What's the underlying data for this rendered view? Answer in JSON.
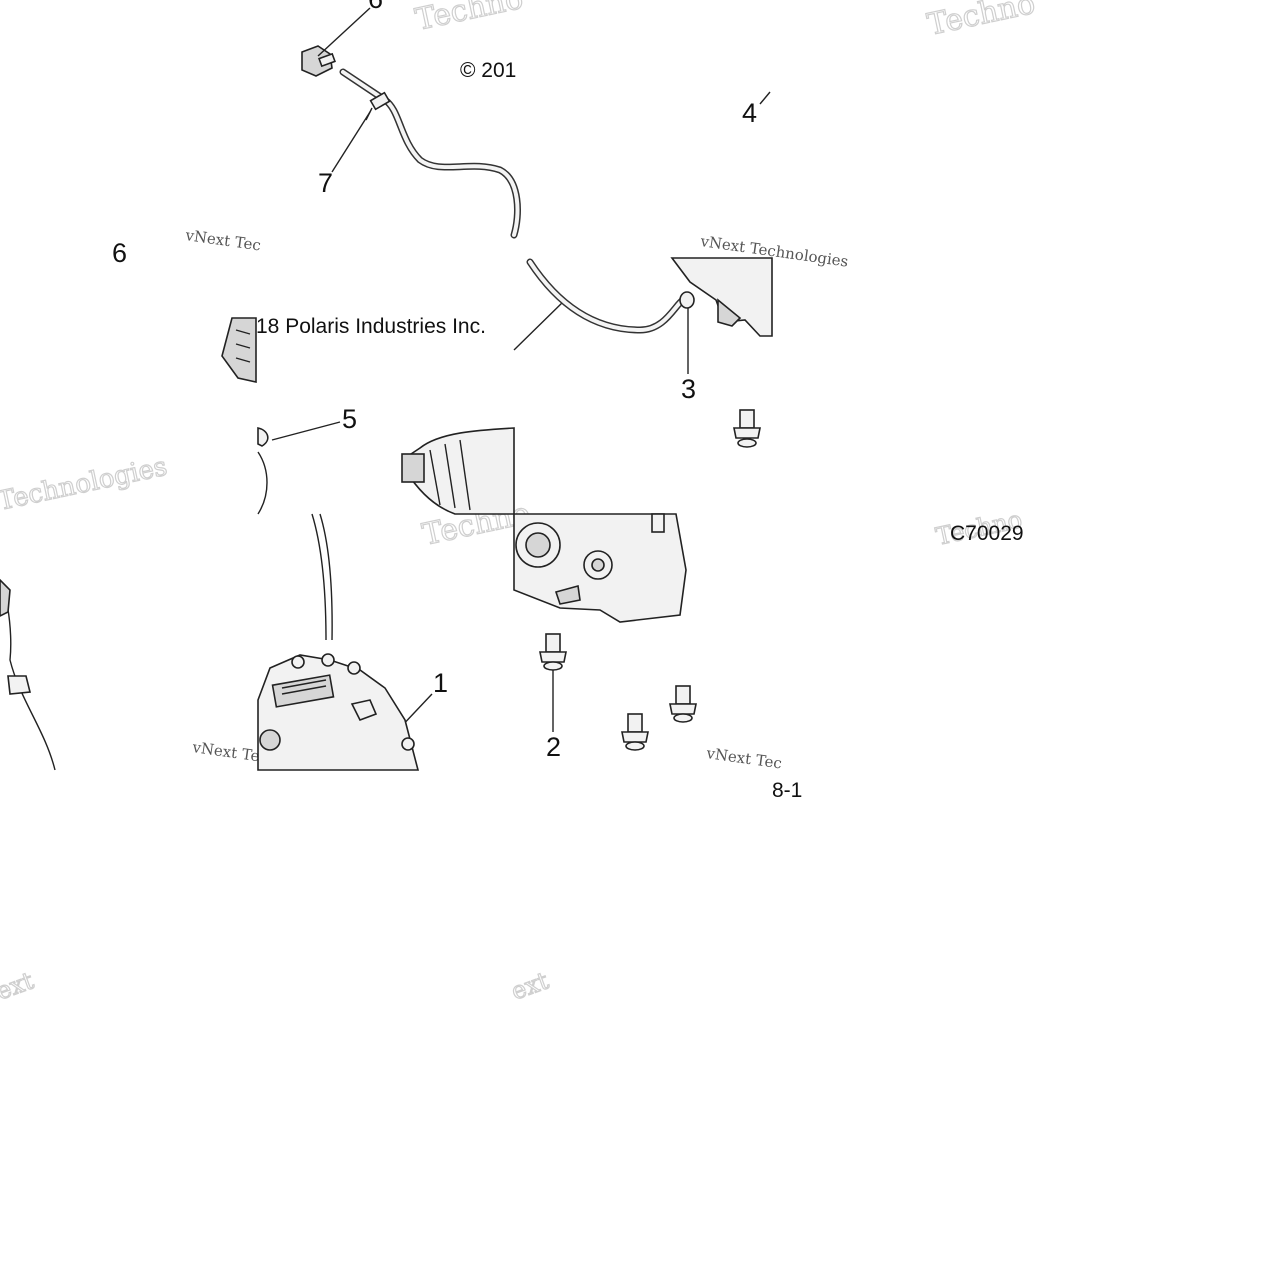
{
  "diagram": {
    "copyright": "© 2018 Polaris Industries Inc.",
    "copyright_fragment_top": "© 201",
    "copyright_fragment_mid": "18 Polaris Industries Inc.",
    "figure_code": "C70029",
    "page_ref": "8-1",
    "callouts": [
      "1",
      "2",
      "3",
      "4",
      "5",
      "6",
      "7",
      "6"
    ],
    "watermark_text": "vNext Technologies",
    "watermark_fragments": [
      "Techno",
      "Techno",
      "vNext Tec",
      "vNext Technologies",
      "vNext Tec",
      "Technologies",
      "vNext Tec",
      "Techno",
      "ext",
      "Techno"
    ]
  }
}
